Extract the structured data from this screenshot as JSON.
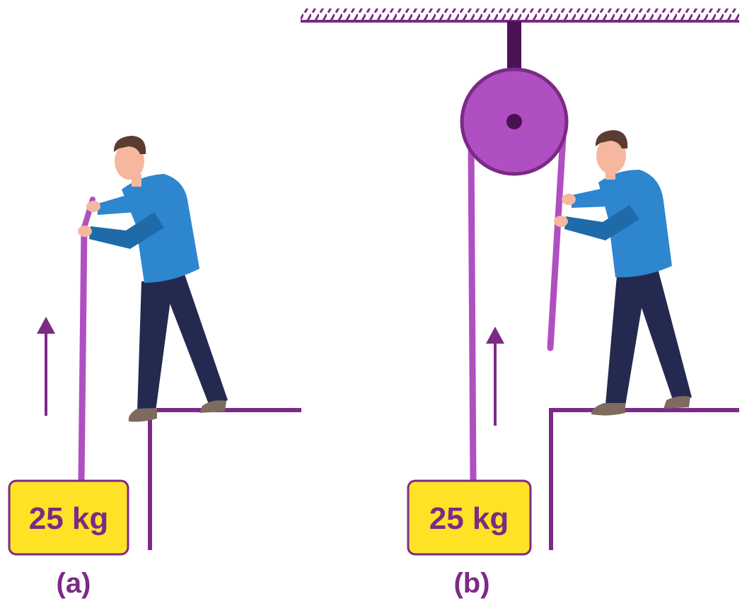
{
  "colors": {
    "purple_dark": "#7b2a86",
    "purple_rope": "#b04fc1",
    "pulley_fill": "#b04fc1",
    "pulley_rim": "#7b2a86",
    "mount_dark": "#4a1254",
    "weight_fill": "#fde225",
    "weight_border": "#7b2a86",
    "shirt": "#2e86cf",
    "shirt_shadow": "#1f6aa8",
    "pants": "#242a4f",
    "skin": "#f5b79e",
    "hair": "#5b3c32",
    "shoe": "#7f6a5f"
  },
  "panel_a": {
    "weight_label": "25 kg",
    "caption": "(a)"
  },
  "panel_b": {
    "weight_label": "25 kg",
    "caption": "(b)"
  }
}
